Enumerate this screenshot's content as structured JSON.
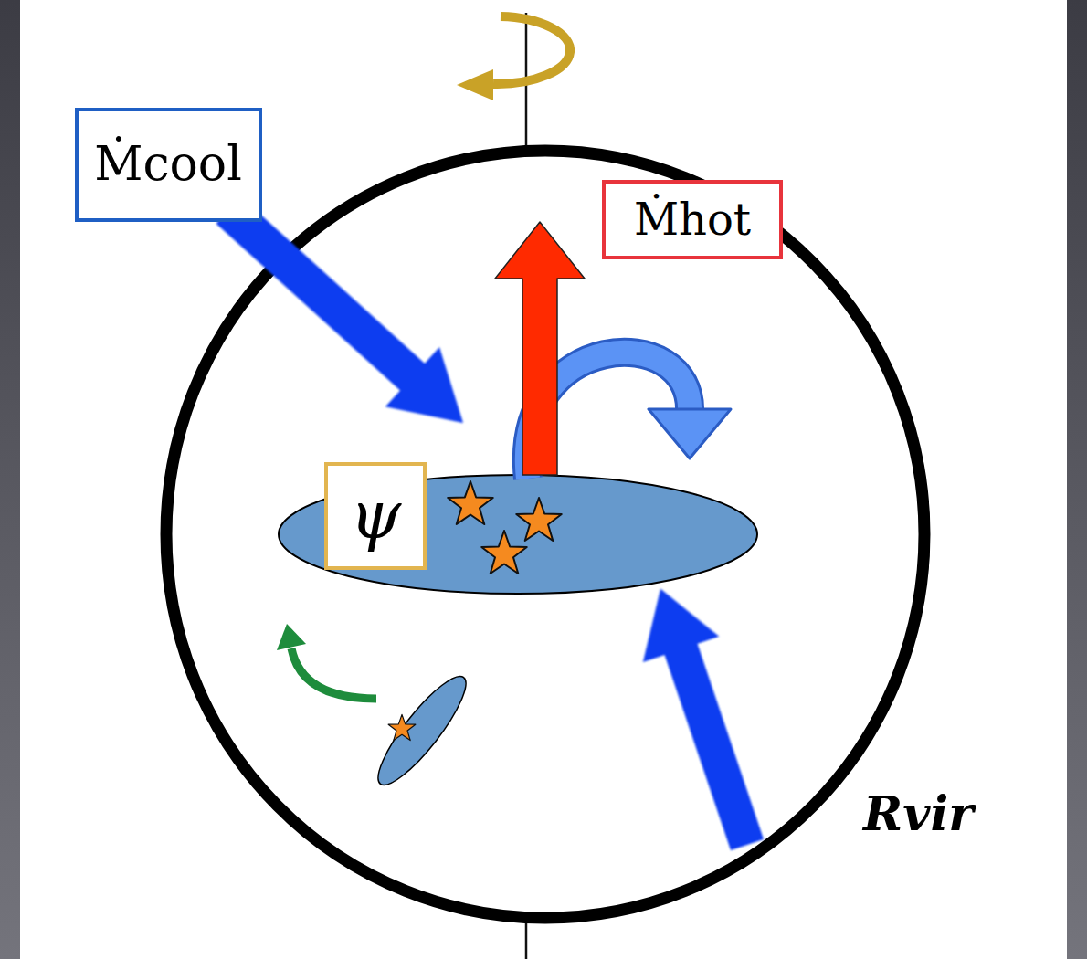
{
  "diagram": {
    "nodes": [
      {
        "text": [
          "Ṁcool"
        ]
      },
      {
        "text": [
          "Ṁhot"
        ]
      },
      {
        "text": [
          "ψ"
        ]
      }
    ],
    "labels": [
      "Rvir"
    ]
  }
}
